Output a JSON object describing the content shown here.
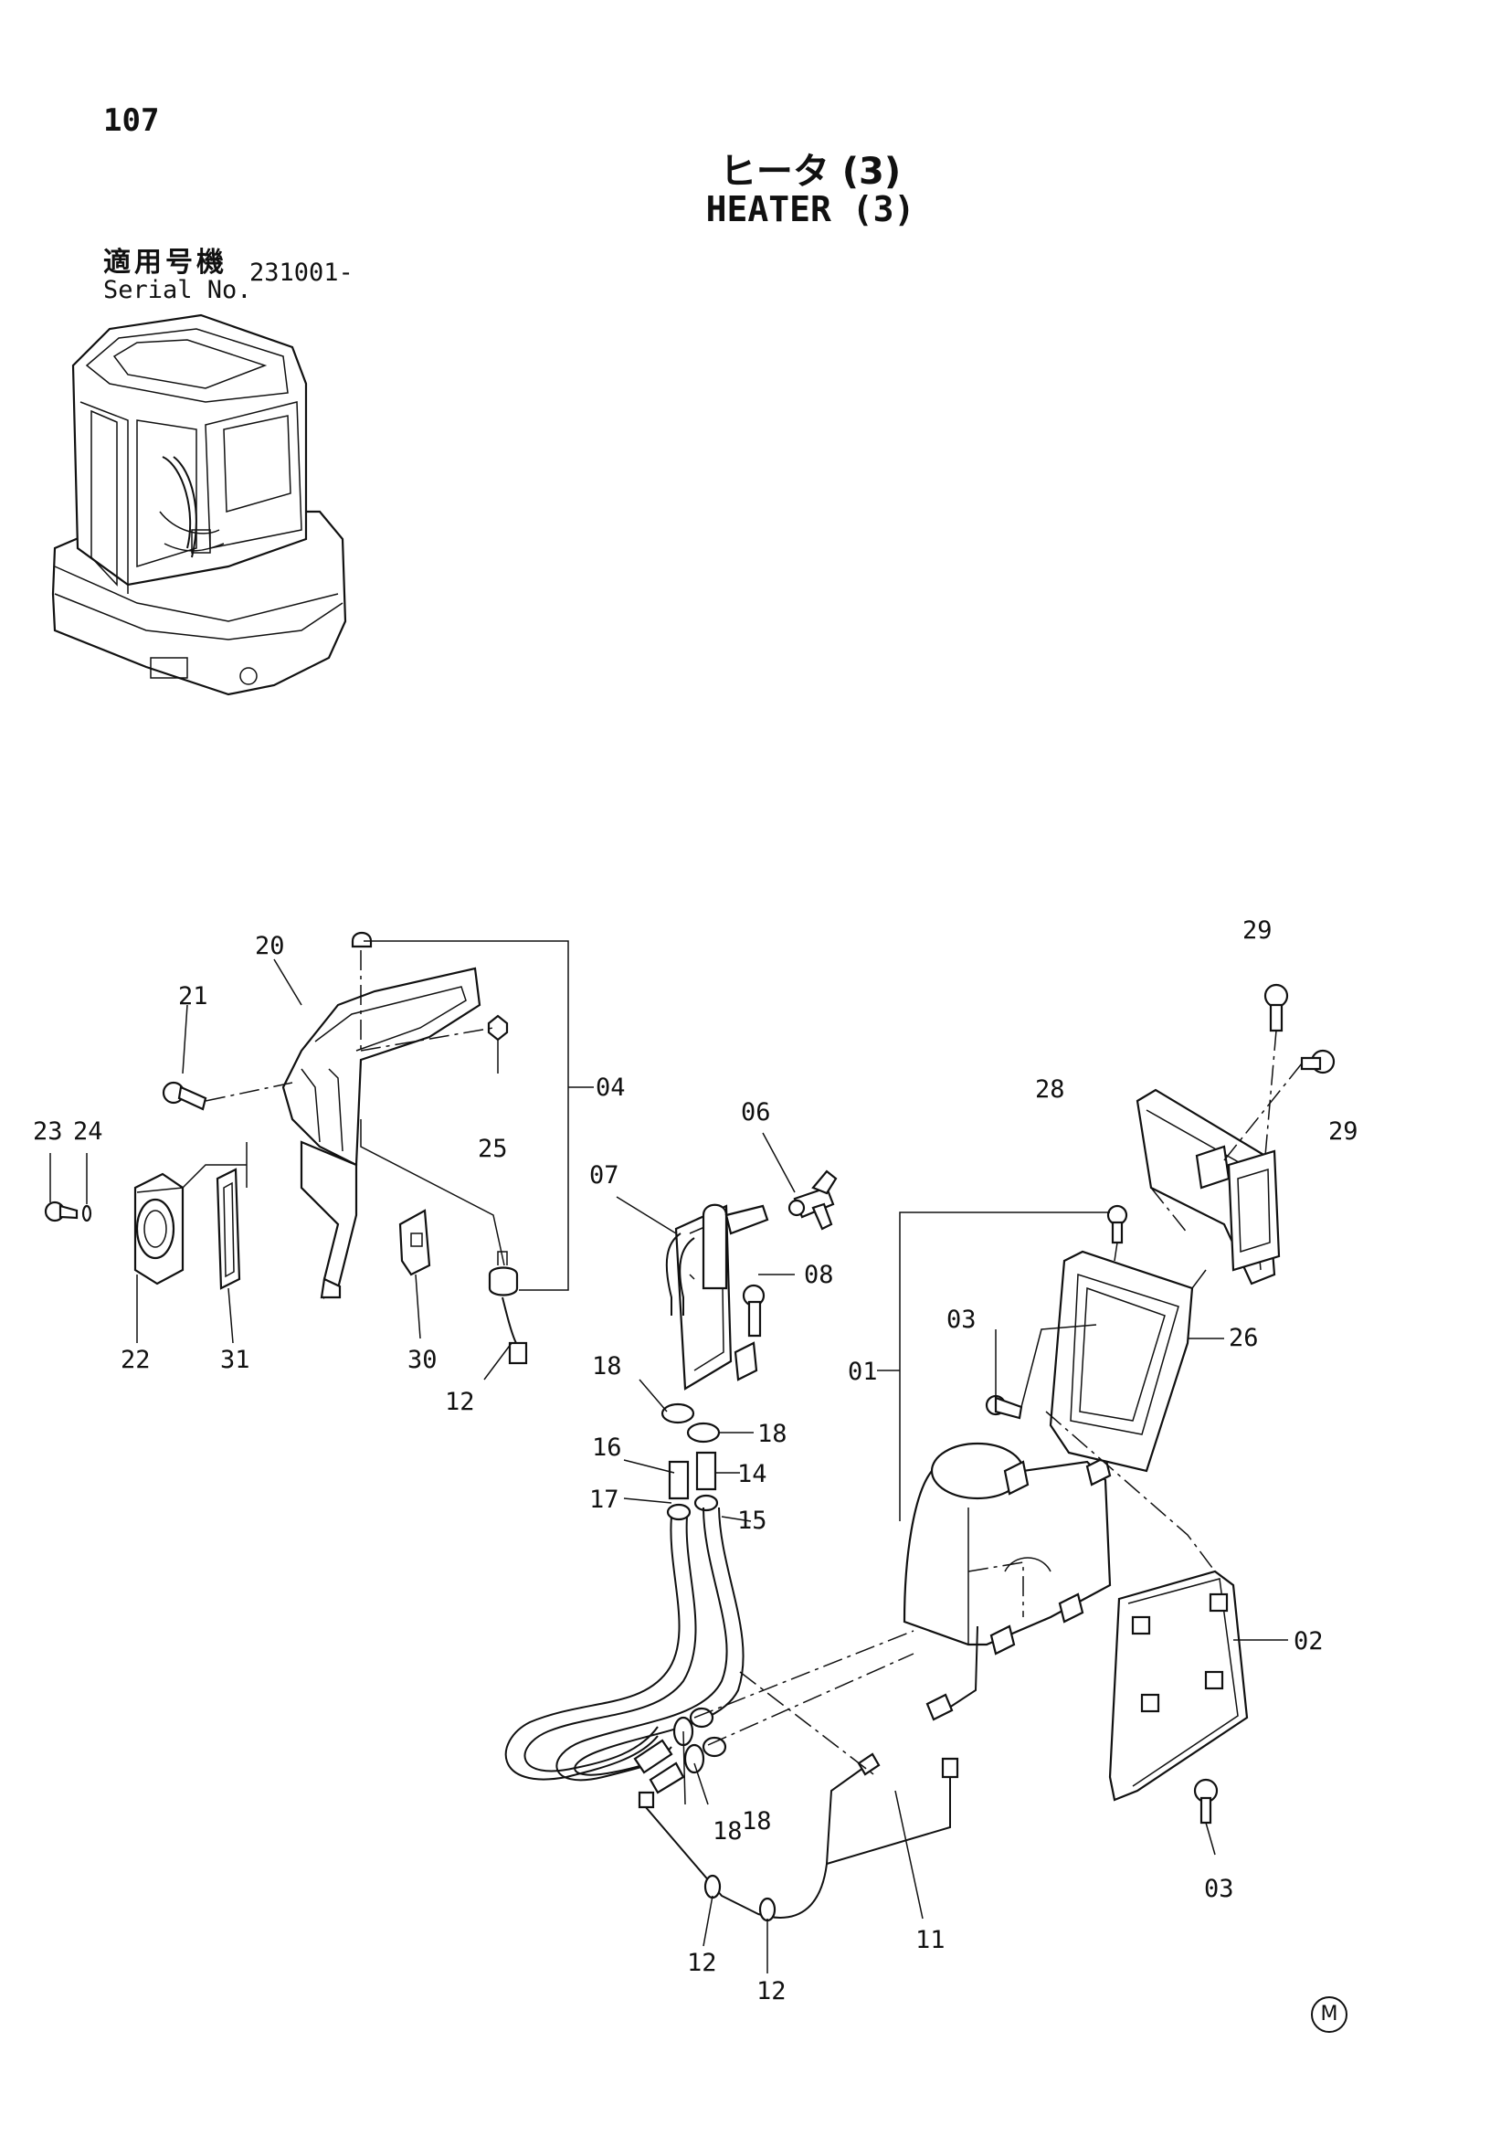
{
  "page_number": "107",
  "title_jp": "ヒータ (3)",
  "title_en": "HEATER (3)",
  "serial": {
    "label_jp": "適用号機",
    "label_en": "Serial No.",
    "value": "231001-"
  },
  "footer_mark": "M",
  "callouts": {
    "c01": "01",
    "c02": "02",
    "c03a": "03",
    "c03b": "03",
    "c04": "04",
    "c06": "06",
    "c07": "07",
    "c08": "08",
    "c11": "11",
    "c12a": "12",
    "c12b": "12",
    "c12c": "12",
    "c14": "14",
    "c15": "15",
    "c16": "16",
    "c17": "17",
    "c18a": "18",
    "c18b": "18",
    "c18c": "18",
    "c18d": "18",
    "c20": "20",
    "c21": "21",
    "c22": "22",
    "c23": "23",
    "c24": "24",
    "c25": "25",
    "c26": "26",
    "c28": "28",
    "c29a": "29",
    "c29b": "29",
    "c30": "30",
    "c31": "31"
  }
}
